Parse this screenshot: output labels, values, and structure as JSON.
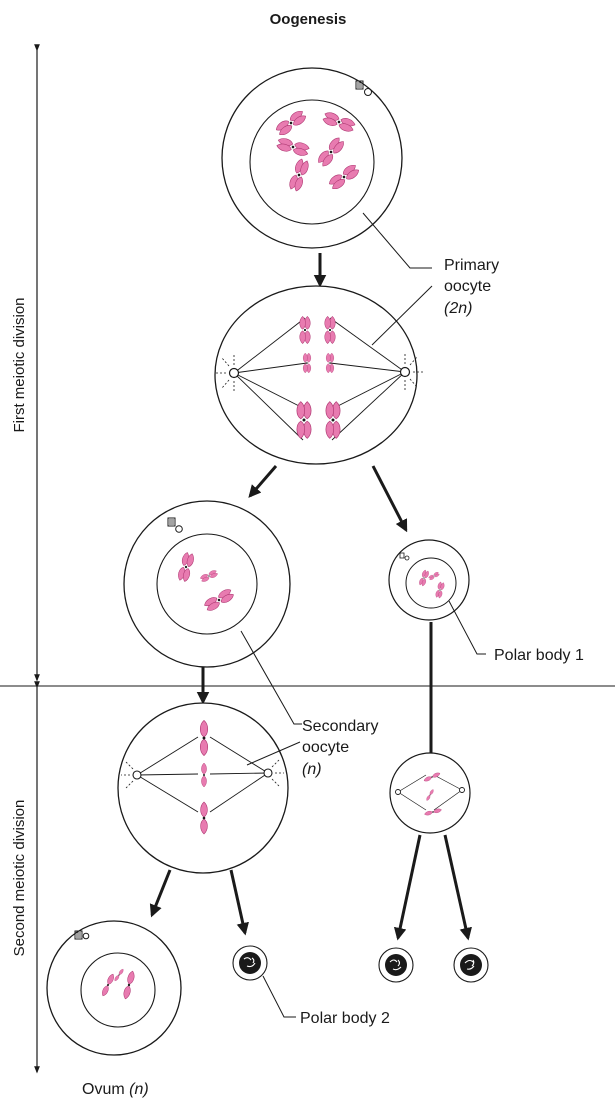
{
  "title": "Oogenesis",
  "side_labels": {
    "first": "First meiotic division",
    "second": "Second meiotic division"
  },
  "labels": {
    "primary_line1": "Primary",
    "primary_line2": "oocyte",
    "primary_ploidy": "(2n)",
    "polar_body_1": "Polar body 1",
    "secondary_line1": "Secondary",
    "secondary_line2": "oocyte",
    "secondary_ploidy": "(n)",
    "polar_body_2": "Polar body 2",
    "ovum": "Ovum",
    "ovum_ploidy": "(n)"
  },
  "colors": {
    "chromosome": "#e87bb0",
    "chromosome_edge": "#b03a74",
    "line": "#1a1a1a"
  }
}
